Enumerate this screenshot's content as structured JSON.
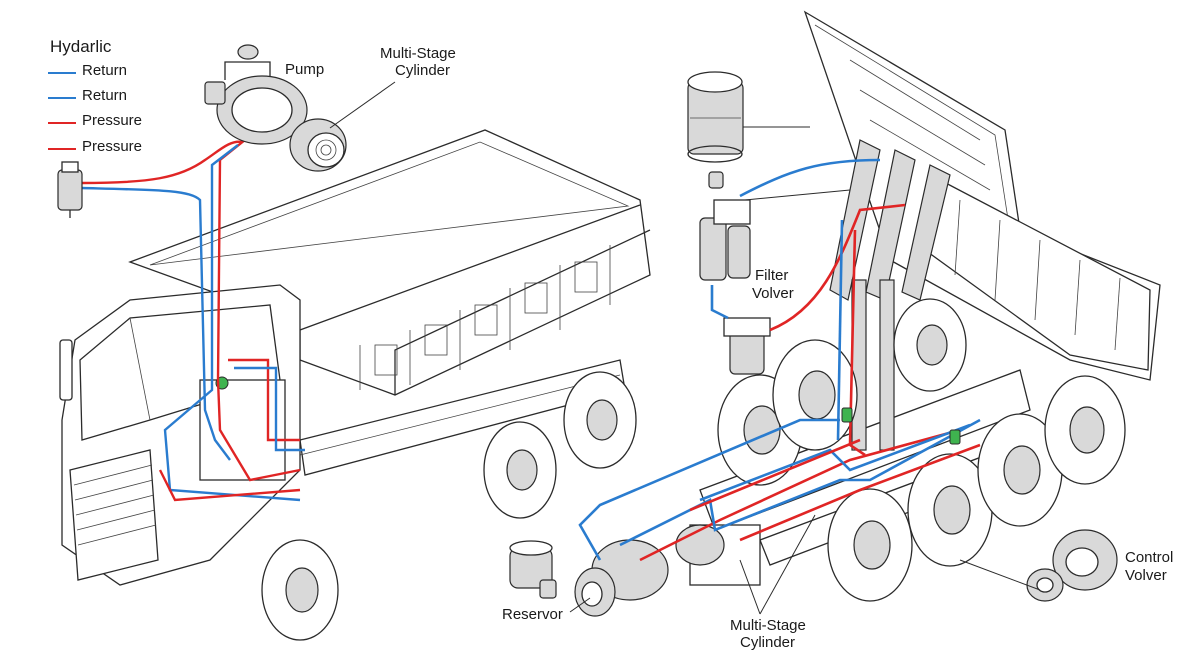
{
  "legend": {
    "title": "Hydarlic",
    "items": [
      {
        "label": "Return",
        "color": "#2a7ccf"
      },
      {
        "label": "Return",
        "color": "#2a7ccf"
      },
      {
        "label": "Pressure",
        "color": "#e02525"
      },
      {
        "label": "Pressure",
        "color": "#e02525"
      }
    ]
  },
  "callouts": {
    "pump": "Pump",
    "multi_stage_top_1": "Multi-Stage",
    "multi_stage_top_2": "Cylinder",
    "filter_1": "Filter",
    "filter_2": "Volver",
    "control_1": "Control",
    "control_2": "Volver",
    "reservor": "Reservor",
    "multi_stage_bottom_1": "Multi-Stage",
    "multi_stage_bottom_2": "Cylinder"
  },
  "colors": {
    "pressure": "#e02525",
    "return": "#2a7ccf",
    "fitting": "#3fb34f",
    "ink": "#2b2b2b"
  }
}
